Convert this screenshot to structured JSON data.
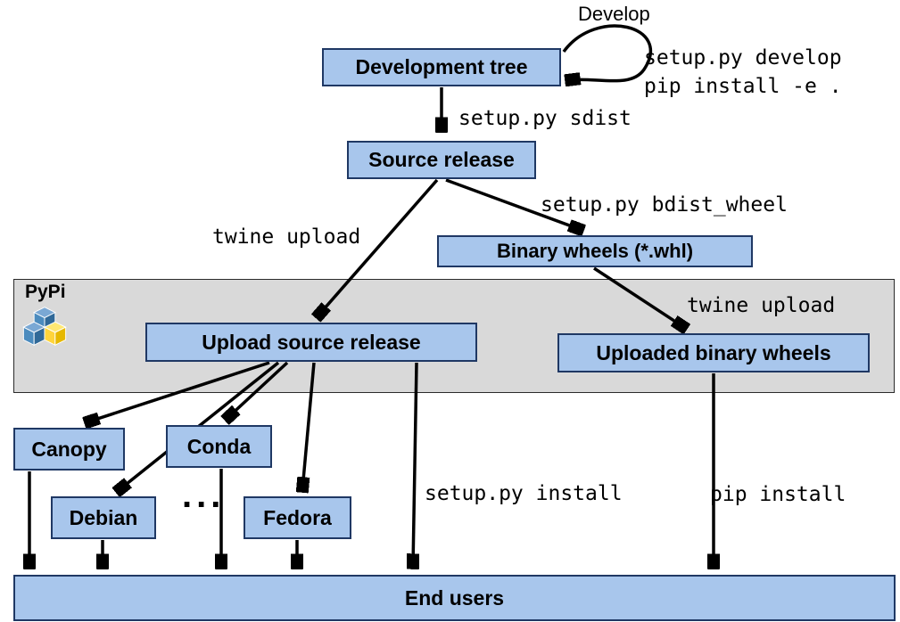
{
  "diagram": {
    "nodes": {
      "development_tree": {
        "label": "Development tree"
      },
      "source_release": {
        "label": "Source release"
      },
      "binary_wheels": {
        "label": "Binary wheels (*.whl)"
      },
      "upload_source_release": {
        "label": "Upload source release"
      },
      "uploaded_binary_wheels": {
        "label": "Uploaded binary wheels"
      },
      "canopy": {
        "label": "Canopy"
      },
      "conda": {
        "label": "Conda"
      },
      "debian": {
        "label": "Debian"
      },
      "fedora": {
        "label": "Fedora"
      },
      "ellipsis": {
        "label": "..."
      },
      "end_users": {
        "label": "End users"
      }
    },
    "labels": {
      "develop": "Develop",
      "setup_develop": "setup.py develop",
      "pip_install_e": "pip install -e .",
      "setup_sdist": "setup.py sdist",
      "setup_bdist_wheel": "setup.py bdist_wheel",
      "twine_upload_left": "twine upload",
      "twine_upload_right": "twine upload",
      "setup_install": "setup.py install",
      "pip_install": "pip install"
    },
    "pypi": {
      "label": "PyPi"
    },
    "colors": {
      "node_fill": "#a8c6ec",
      "node_border": "#1f3864",
      "band_fill": "#d9d9d9",
      "arrow": "#000000",
      "pypi_blue": "#306998",
      "pypi_blue_light": "#4b8bbe",
      "pypi_yellow": "#ffd43b",
      "pypi_yellow_light": "#ffe873"
    }
  }
}
